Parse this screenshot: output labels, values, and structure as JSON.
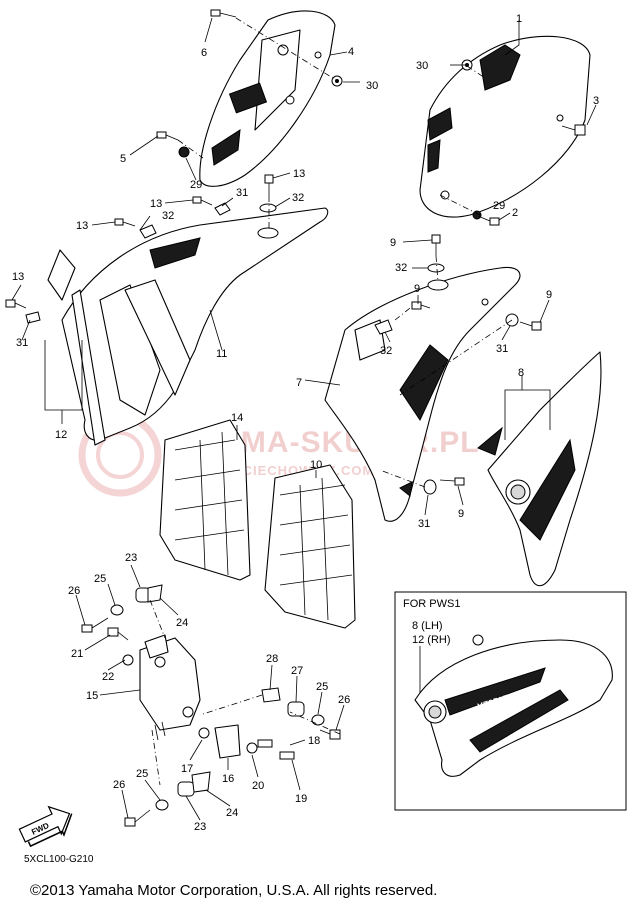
{
  "diagram_code": "5XCL100-G210",
  "copyright": "©2013 Yamaha Motor Corporation, U.S.A. All rights reserved.",
  "watermark": {
    "main": "YAMA-SKUTER.PL",
    "sub": "WOJCIECHOWICZ.COM.PL"
  },
  "fwd_label": "FWD",
  "inset": {
    "title": "FOR PWS1",
    "line1": "8 (LH)",
    "line2": "12 (RH)",
    "logo_text": "YZ250F"
  },
  "part_labels": {
    "p1": "1",
    "p2": "2",
    "p3": "3",
    "p4": "4",
    "p5": "5",
    "p6": "6",
    "p7": "7",
    "p8": "8",
    "p9a": "9",
    "p9b": "9",
    "p9c": "9",
    "p9d": "9",
    "p10": "10",
    "p11": "11",
    "p12": "12",
    "p13a": "13",
    "p13b": "13",
    "p13c": "13",
    "p13d": "13",
    "p14": "14",
    "p15": "15",
    "p16": "16",
    "p17": "17",
    "p18": "18",
    "p19": "19",
    "p20": "20",
    "p21": "21",
    "p22": "22",
    "p23a": "23",
    "p23b": "23",
    "p24a": "24",
    "p24b": "24",
    "p25a": "25",
    "p25b": "25",
    "p25c": "25",
    "p26a": "26",
    "p26b": "26",
    "p26c": "26",
    "p27": "27",
    "p28": "28",
    "p29a": "29",
    "p29b": "29",
    "p30a": "30",
    "p30b": "30",
    "p31a": "31",
    "p31b": "31",
    "p31c": "31",
    "p31d": "31",
    "p32a": "32",
    "p32b": "32",
    "p32c": "32",
    "p32d": "32"
  },
  "colors": {
    "watermark": "#e9a9a9",
    "line": "#000000"
  }
}
